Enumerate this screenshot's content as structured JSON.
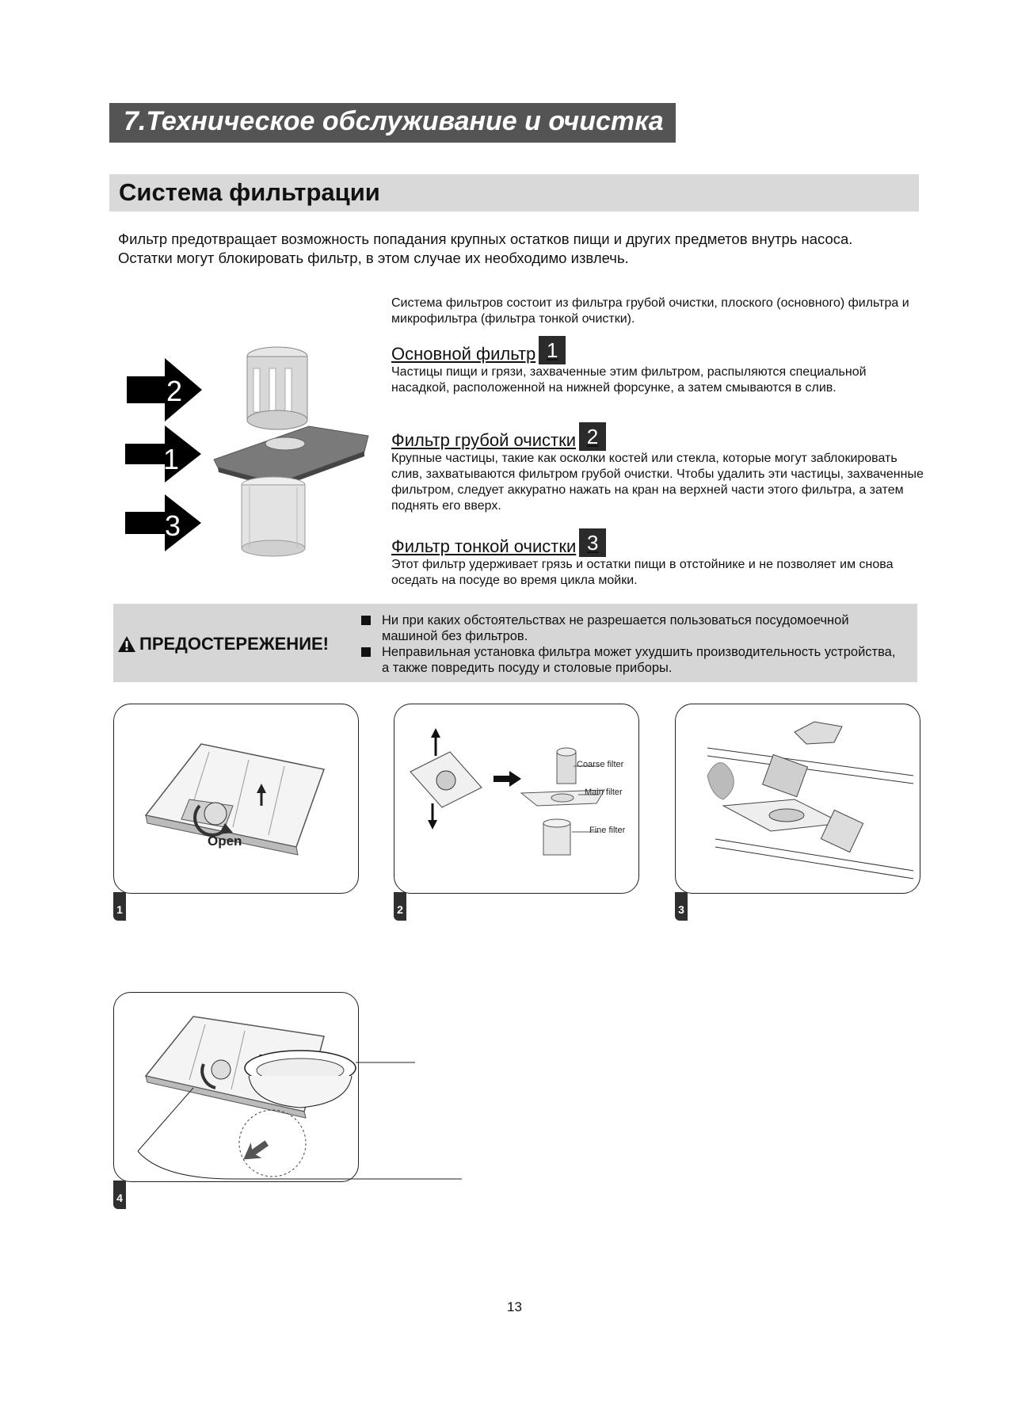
{
  "chapter": {
    "title": "7.Техническое обслуживание и очистка"
  },
  "section": {
    "title": "Система фильтрации"
  },
  "intro": [
    "Фильтр предотвращает возможность попадания крупных остатков пищи и других предметов внутрь насоса.",
    "Остатки могут блокировать фильтр, в этом случае их необходимо извлечь."
  ],
  "system_desc": "Система фильтров состоит из фильтра грубой очистки, плоского (основного) фильтра и микрофильтра (фильтра тонкой очистки).",
  "filters": [
    {
      "title": "Основной фильтр",
      "num": "1",
      "text": "Частицы пищи и грязи, захваченные этим фильтром, распыляются специальной насадкой, расположенной на нижней форсунке, а затем смываются в слив."
    },
    {
      "title": "Фильтр грубой очистки",
      "num": "2",
      "text": "Крупные частицы, такие как осколки костей или стекла, которые могут заблокировать слив, захватываются фильтром грубой очистки. Чтобы удалить эти частицы, захваченные фильтром, следует аккуратно нажать на кран на верхней части этого фильтра, а затем поднять его вверх."
    },
    {
      "title": "Фильтр тонкой очистки",
      "num": "3",
      "text": "Этот фильтр удерживает грязь и остатки пищи в отстойнике и не позволяет им снова оседать на посуде во время цикла мойки."
    }
  ],
  "diagram_labels": {
    "arrow_top": "2",
    "arrow_mid": "1",
    "arrow_bot": "3"
  },
  "warning": {
    "label": "ПРЕДОСТЕРЕЖЕНИЕ!",
    "items": [
      "Ни при каких обстоятельствах не разрешается пользоваться посудомоечной машиной без фильтров.",
      "Неправильная установка фильтра может ухудшить производительность устройства, а также повредить посуду и столовые приборы."
    ]
  },
  "steps": [
    {
      "num": "1",
      "label": "Open"
    },
    {
      "num": "2",
      "coarse": "Coarse filter",
      "main": "Main filter",
      "fine": "Fine filter"
    },
    {
      "num": "3"
    },
    {
      "num": "4"
    }
  ],
  "page_number": "13"
}
